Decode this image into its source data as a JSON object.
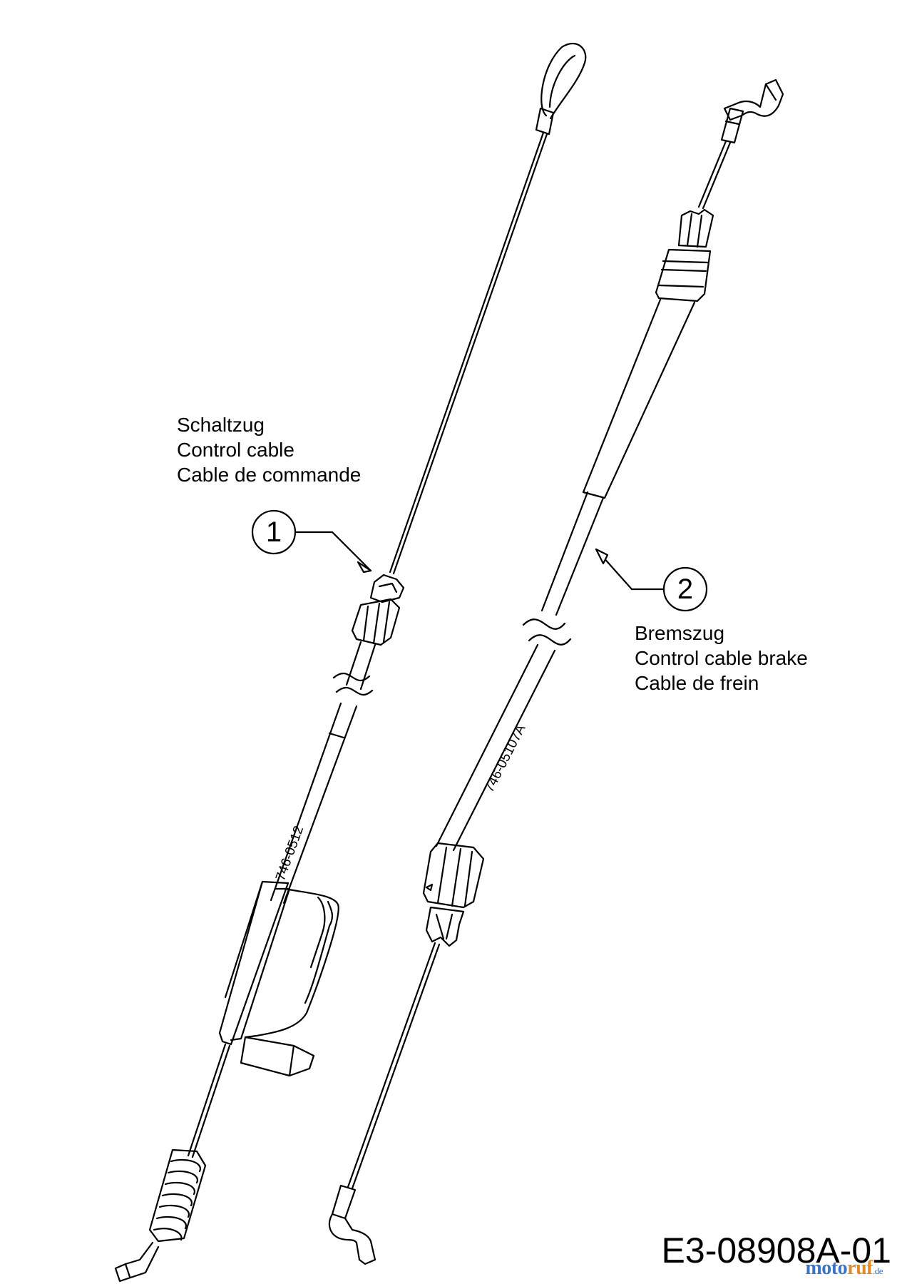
{
  "parts": [
    {
      "callout": "1",
      "lines": [
        "Schaltzug",
        "Control cable",
        "Cable de commande"
      ],
      "part_number": "746-0512"
    },
    {
      "callout": "2",
      "lines": [
        "Bremszug",
        "Control cable brake",
        "Cable de frein"
      ],
      "part_number": "746-05107A"
    }
  ],
  "drawing_id": "E3-08908A-01",
  "watermark": {
    "main": "motoruf",
    "accent": "ruf",
    "prefix": "moto",
    "tld": ".de"
  },
  "colors": {
    "line": "#000000",
    "watermark_blue": "#3a74c4",
    "watermark_orange": "#e08a2a"
  }
}
